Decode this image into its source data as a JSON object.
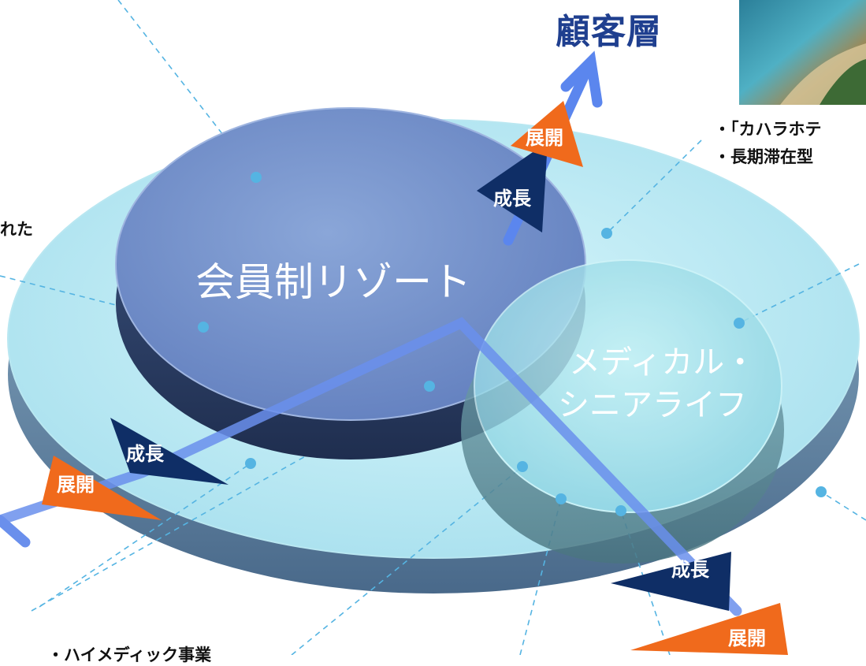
{
  "title": "顧客層",
  "center_label": "会員制リゾート",
  "sub_label_line1": "メディカル・",
  "sub_label_line2": "シニアライフ",
  "growth_label": "成長",
  "expand_label": "展開",
  "note_top_right_1": "・「カハラホテ",
  "note_top_right_2": "・長期滞在型",
  "note_left": "れた",
  "note_bottom": "・ハイメディック事業"
}
